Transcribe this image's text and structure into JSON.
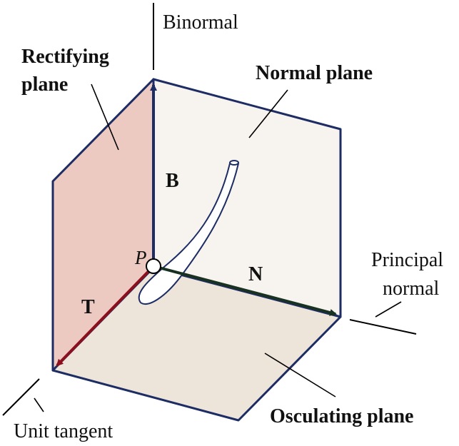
{
  "labels": {
    "binormal": "Binormal",
    "rectifying_line1": "Rectifying",
    "rectifying_line2": "plane",
    "normal_plane": "Normal plane",
    "vector_b": "B",
    "vector_n": "N",
    "vector_t": "T",
    "point_p": "P",
    "principal_line1": "Principal",
    "principal_line2": "normal",
    "osculating_plane": "Osculating plane",
    "unit_tangent": "Unit tangent"
  },
  "colors": {
    "rectifying_fill": "#ecc9c1",
    "normal_fill": "#f7f3ee",
    "osculating_fill": "#ede4da",
    "edge": "#1d2d64",
    "binormal_vector": "#1d2d64",
    "normal_vector": "#183120",
    "tangent_vector": "#8b0f1d",
    "curve": "#1d2d64"
  }
}
